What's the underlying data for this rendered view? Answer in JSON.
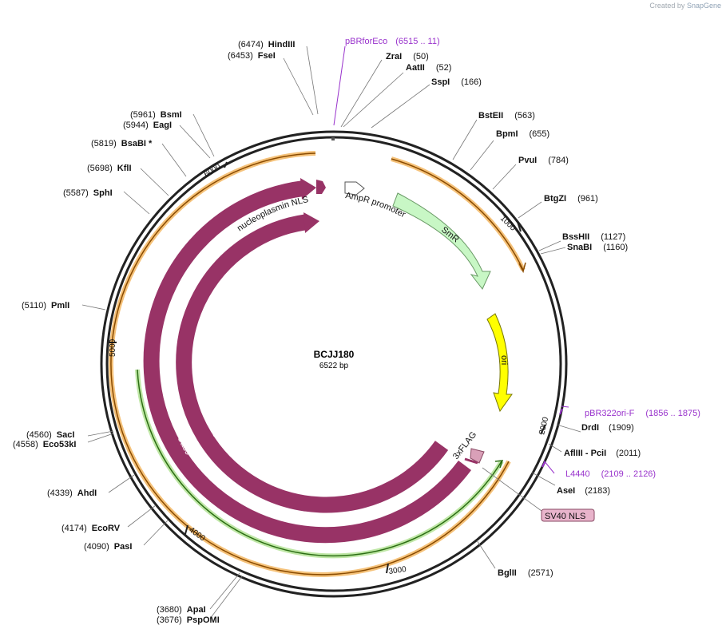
{
  "credit": {
    "prefix": "Created by",
    "brand": "SnapGene"
  },
  "plasmid": {
    "name": "BCJJ180",
    "length_label": "6522 bp"
  },
  "ticks": [
    "1000",
    "2000",
    "3000",
    "4000",
    "5000",
    "6000"
  ],
  "sites": [
    {
      "pos": "(6474)",
      "name": "HindIII"
    },
    {
      "pos": "(6453)",
      "name": "FseI"
    },
    {
      "name": "ZraI",
      "pos": "(50)"
    },
    {
      "name": "AatII",
      "pos": "(52)"
    },
    {
      "name": "SspI",
      "pos": "(166)"
    },
    {
      "name": "BstEII",
      "pos": "(563)"
    },
    {
      "name": "BpmI",
      "pos": "(655)"
    },
    {
      "name": "PvuI",
      "pos": "(784)"
    },
    {
      "name": "BtgZI",
      "pos": "(961)"
    },
    {
      "name": "BssHII",
      "pos": "(1127)"
    },
    {
      "name": "SnaBI",
      "pos": "(1160)"
    },
    {
      "name": "DrdI",
      "pos": "(1909)"
    },
    {
      "name": "AflIII - PciI",
      "pos": "(2011)"
    },
    {
      "name": "AseI",
      "pos": "(2183)"
    },
    {
      "name": "BglII",
      "pos": "(2571)"
    },
    {
      "pos": "(3680)",
      "name": "ApaI"
    },
    {
      "pos": "(3676)",
      "name": "PspOMI"
    },
    {
      "pos": "(4090)",
      "name": "PasI"
    },
    {
      "pos": "(4174)",
      "name": "EcoRV"
    },
    {
      "pos": "(4339)",
      "name": "AhdI"
    },
    {
      "pos": "(4560)",
      "name": "SacI"
    },
    {
      "pos": "(4558)",
      "name": "Eco53kI"
    },
    {
      "pos": "(5110)",
      "name": "PmlI"
    },
    {
      "pos": "(5587)",
      "name": "SphI"
    },
    {
      "pos": "(5698)",
      "name": "KflI"
    },
    {
      "pos": "(5819)",
      "name": "BsaBI *"
    },
    {
      "pos": "(5944)",
      "name": "EagI"
    },
    {
      "pos": "(5961)",
      "name": "BsmI"
    }
  ],
  "primers": [
    {
      "name": "pBRforEco",
      "range": "(6515 .. 11)"
    },
    {
      "name": "pBR322ori-F",
      "range": "(1856 .. 1875)"
    },
    {
      "name": "L4440",
      "range": "(2109 .. 2126)"
    }
  ],
  "features": {
    "nls": "nucleoplasmin NLS",
    "ampr_promoter": "AmpR promoter",
    "smr": "SmR",
    "ori": "ori",
    "flag": "3xFLAG",
    "sv40": "SV40 NLS",
    "cas9_inner": "Cas9",
    "cas9_outer": "Cas9"
  },
  "colors": {
    "cas9": "#983366",
    "smr": "#c8f7c5",
    "ori": "#ffff00",
    "primer": "#9933cc",
    "orange_track": "#f5b041",
    "green_track": "#7ec850",
    "sv40_box": "#e8b4cb"
  }
}
